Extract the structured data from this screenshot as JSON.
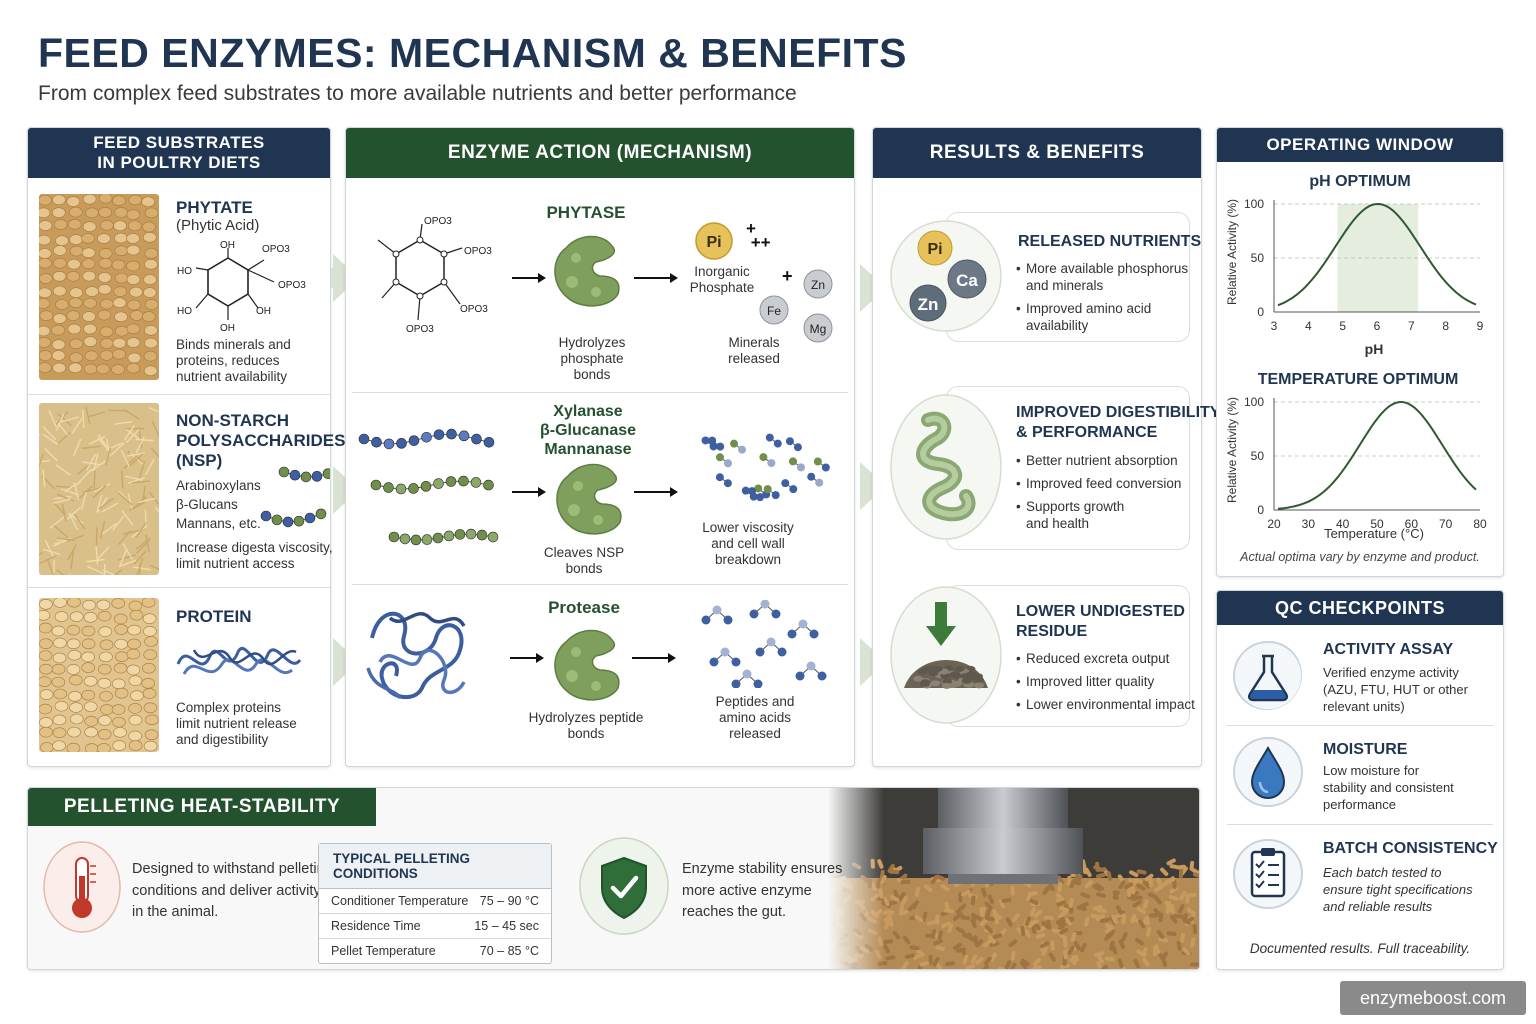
{
  "header": {
    "title": "FEED ENZYMES: MECHANISM & BENEFITS",
    "subtitle": "From complex feed substrates to more available nutrients and better performance"
  },
  "substrates": {
    "heading_line1": "FEED SUBSTRATES",
    "heading_line2": "IN POULTRY DIETS",
    "phytate": {
      "title": "PHYTATE",
      "subtitle": "(Phytic Acid)",
      "desc_line1": "Binds minerals and",
      "desc_line2": "proteins, reduces",
      "desc_line3": "nutrient availability",
      "labels": {
        "oh1": "OH",
        "opo1": "OPO3",
        "ho1": "HO",
        "opo2": "OPO3",
        "ho2": "HO",
        "oh2": "OH",
        "oh3": "OH"
      }
    },
    "nsp": {
      "title_line1": "NON-STARCH",
      "title_line2": "POLYSACCHARIDES",
      "title_line3": "(NSP)",
      "items": [
        "Arabinoxylans",
        "β-Glucans",
        "Mannans, etc."
      ],
      "desc_line1": "Increase digesta viscosity,",
      "desc_line2": "limit nutrient access"
    },
    "protein": {
      "title": "PROTEIN",
      "desc_line1": "Complex proteins",
      "desc_line2": "limit nutrient release",
      "desc_line3": "and digestibility"
    }
  },
  "mechanism": {
    "heading": "ENZYME ACTION (MECHANISM)",
    "phytase": {
      "enzyme": "PHYTASE",
      "cap_line1": "Hydrolyzes phosphate",
      "cap_line2": "bonds",
      "pi": "Pi",
      "product_line1": "Inorganic",
      "product_line2": "Phosphate",
      "minerals": [
        "Zn",
        "Fe",
        "Mg"
      ],
      "released_line1": "Minerals",
      "released_line2": "released",
      "opo": "OPO3"
    },
    "nsp": {
      "enzyme_line1": "Xylanase",
      "enzyme_line2": "β-Glucanase",
      "enzyme_line3": "Mannanase",
      "cap_line1": "Cleaves NSP",
      "cap_line2": "bonds",
      "out_line1": "Lower viscosity",
      "out_line2": "and cell wall",
      "out_line3": "breakdown"
    },
    "protease": {
      "enzyme": "Protease",
      "cap_line1": "Hydrolyzes peptide",
      "cap_line2": "bonds",
      "out_line1": "Peptides and",
      "out_line2": "amino acids",
      "out_line3": "released"
    }
  },
  "results": {
    "heading": "RESULTS & BENEFITS",
    "icon_labels": [
      "Pi",
      "Ca",
      "Zn"
    ],
    "released": {
      "title": "RELEASED NUTRIENTS",
      "b1_line1": "More available phosphorus",
      "b1_line2": "and minerals",
      "b2_line1": "Improved amino acid",
      "b2_line2": "availability"
    },
    "digest": {
      "title_line1": "IMPROVED DIGESTIBILITY",
      "title_line2": "& PERFORMANCE",
      "b1": "Better nutrient absorption",
      "b2": "Improved feed conversion",
      "b3_line1": "Supports growth",
      "b3_line2": "and health"
    },
    "residue": {
      "title_line1": "LOWER UNDIGESTED",
      "title_line2": "RESIDUE",
      "b1": "Reduced excreta output",
      "b2": "Improved litter quality",
      "b3": "Lower environmental impact"
    }
  },
  "operating": {
    "heading": "OPERATING WINDOW",
    "ph": {
      "title": "pH OPTIMUM",
      "ylabel": "Relative Activity (%)",
      "xlabel": "pH",
      "xticks": [
        "3",
        "4",
        "5",
        "6",
        "7",
        "8",
        "9"
      ],
      "yticks": [
        "100",
        "50",
        "0"
      ]
    },
    "temp": {
      "title": "TEMPERATURE OPTIMUM",
      "ylabel": "Relative Activity (%)",
      "xlabel": "Temperature (°C)",
      "xticks": [
        "20",
        "30",
        "40",
        "50",
        "60",
        "70",
        "80"
      ],
      "yticks": [
        "100",
        "50",
        "0"
      ]
    },
    "note": "Actual optima vary by enzyme and product."
  },
  "qc": {
    "heading": "QC CHECKPOINTS",
    "activity": {
      "title": "ACTIVITY ASSAY",
      "line1": "Verified enzyme activity",
      "line2": "(AZU, FTU, HUT or other",
      "line3": "relevant units)"
    },
    "moisture": {
      "title": "MOISTURE",
      "line1": "Low moisture for",
      "line2": "stability and consistent",
      "line3": "performance"
    },
    "batch": {
      "title": "BATCH CONSISTENCY",
      "line1": "Each batch tested to",
      "line2": "ensure tight specifications",
      "line3": "and reliable results"
    },
    "footer": "Documented results. Full traceability."
  },
  "pelleting": {
    "heading": "PELLETING HEAT-STABILITY",
    "desc_line1": "Designed to withstand pelleting",
    "desc_line2": "conditions and deliver activity",
    "desc_line3": "in the animal.",
    "table_title": "TYPICAL PELLETING CONDITIONS",
    "rows": [
      {
        "label": "Conditioner Temperature",
        "value": "75 – 90 °C"
      },
      {
        "label": "Residence Time",
        "value": "15 – 45 sec"
      },
      {
        "label": "Pellet Temperature",
        "value": "70 – 85 °C"
      }
    ],
    "stability_line1": "Enzyme stability ensures",
    "stability_line2": "more active enzyme",
    "stability_line3": "reaches the gut."
  },
  "site": "enzymeboost.com",
  "colors": {
    "navy": "#1f3552",
    "green": "#25522e",
    "enzyme": "#7f9f5c",
    "bead_blue": "#3f5fa3",
    "bead_green": "#6f8f4a"
  }
}
